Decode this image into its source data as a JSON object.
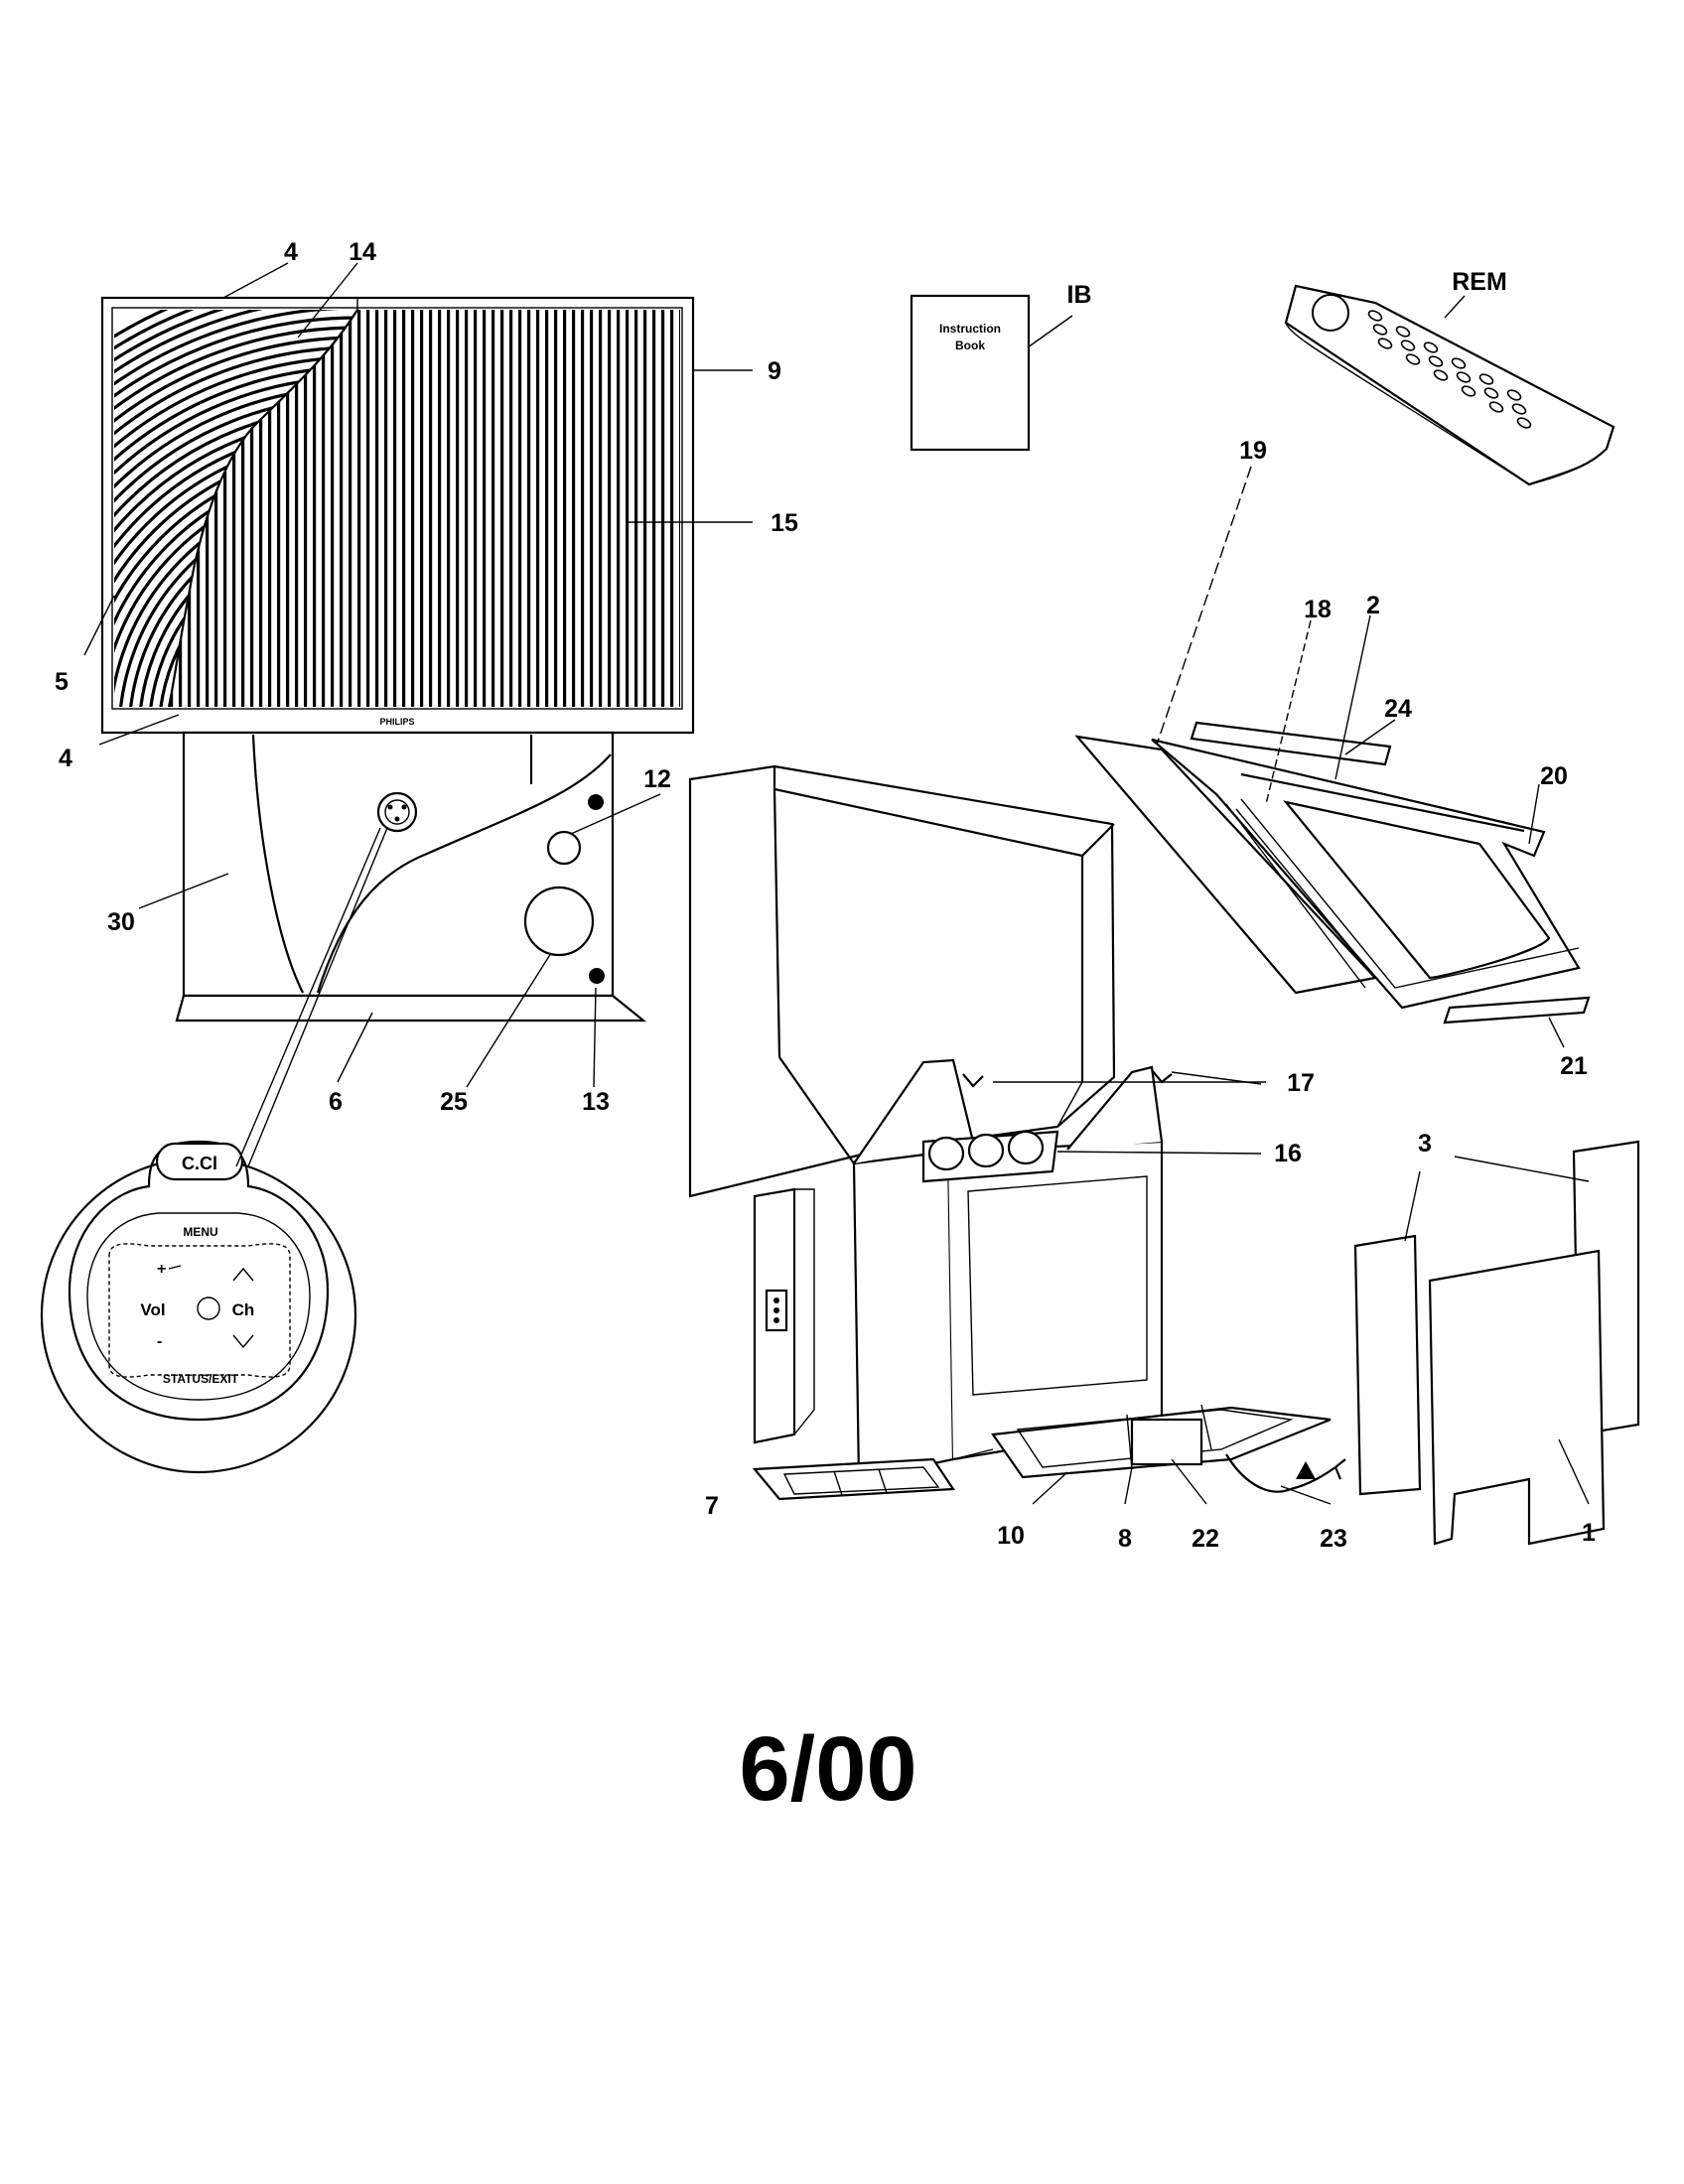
{
  "diagram": {
    "booklet": {
      "line1": "Instruction",
      "line2": "Book"
    },
    "brand": "PHILIPS",
    "control_panel": {
      "cc": "C.Cl",
      "menu": "MENU",
      "vol": "Vol",
      "ch": "Ch",
      "status_exit": "STATUS/EXIT"
    },
    "callouts": {
      "c4_top": "4",
      "c14": "14",
      "c9": "9",
      "c15": "15",
      "c5": "5",
      "c4_bottom": "4",
      "c12": "12",
      "c30": "30",
      "c6": "6",
      "c25": "25",
      "c13": "13",
      "cIB": "IB",
      "cREM": "REM",
      "c19": "19",
      "c18": "18",
      "c2": "2",
      "c24": "24",
      "c20": "20",
      "c21": "21",
      "c17": "17",
      "c16": "16",
      "c3": "3",
      "c7": "7",
      "c10": "10",
      "c8": "8",
      "c22": "22",
      "c23": "23",
      "c1": "1"
    },
    "date_code": "6/00"
  }
}
